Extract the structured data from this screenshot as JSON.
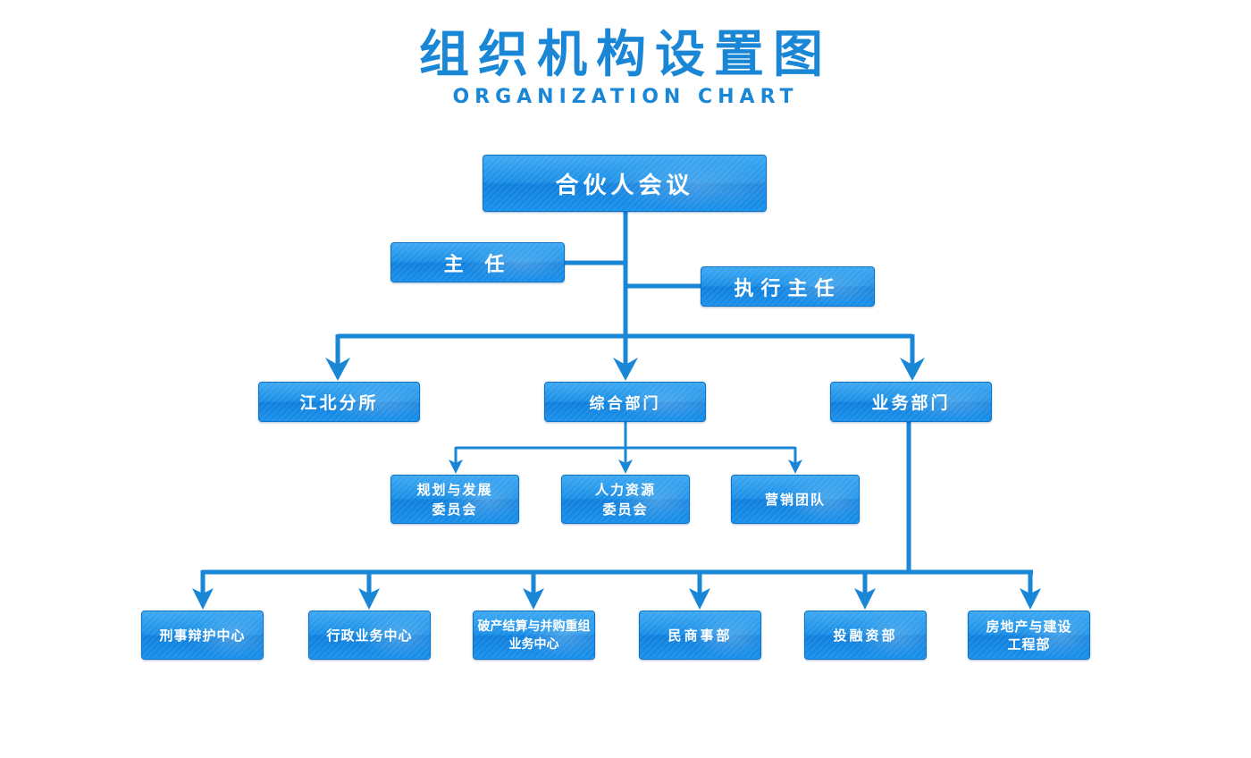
{
  "header": {
    "title": "组织机构设置图",
    "subtitle": "ORGANIZATION CHART"
  },
  "colors": {
    "line": "#1a86d6",
    "node": "#1a8fe6",
    "title": "#1a86d6"
  },
  "nodes": {
    "root": "合伙人会议",
    "director": "主 任",
    "exec_director": "执行主任",
    "jiangbei": "江北分所",
    "general": "综合部门",
    "business": "业务部门",
    "planning": "规划与发展\n委员会",
    "hr": "人力资源\n委员会",
    "marketing": "营销团队",
    "criminal": "刑事辩护中心",
    "admin": "行政业务中心",
    "bankruptcy": "破产结算与并购重组\n业务中心",
    "civil": "民商事部",
    "finance": "投融资部",
    "realestate": "房地产与建设\n工程部"
  }
}
